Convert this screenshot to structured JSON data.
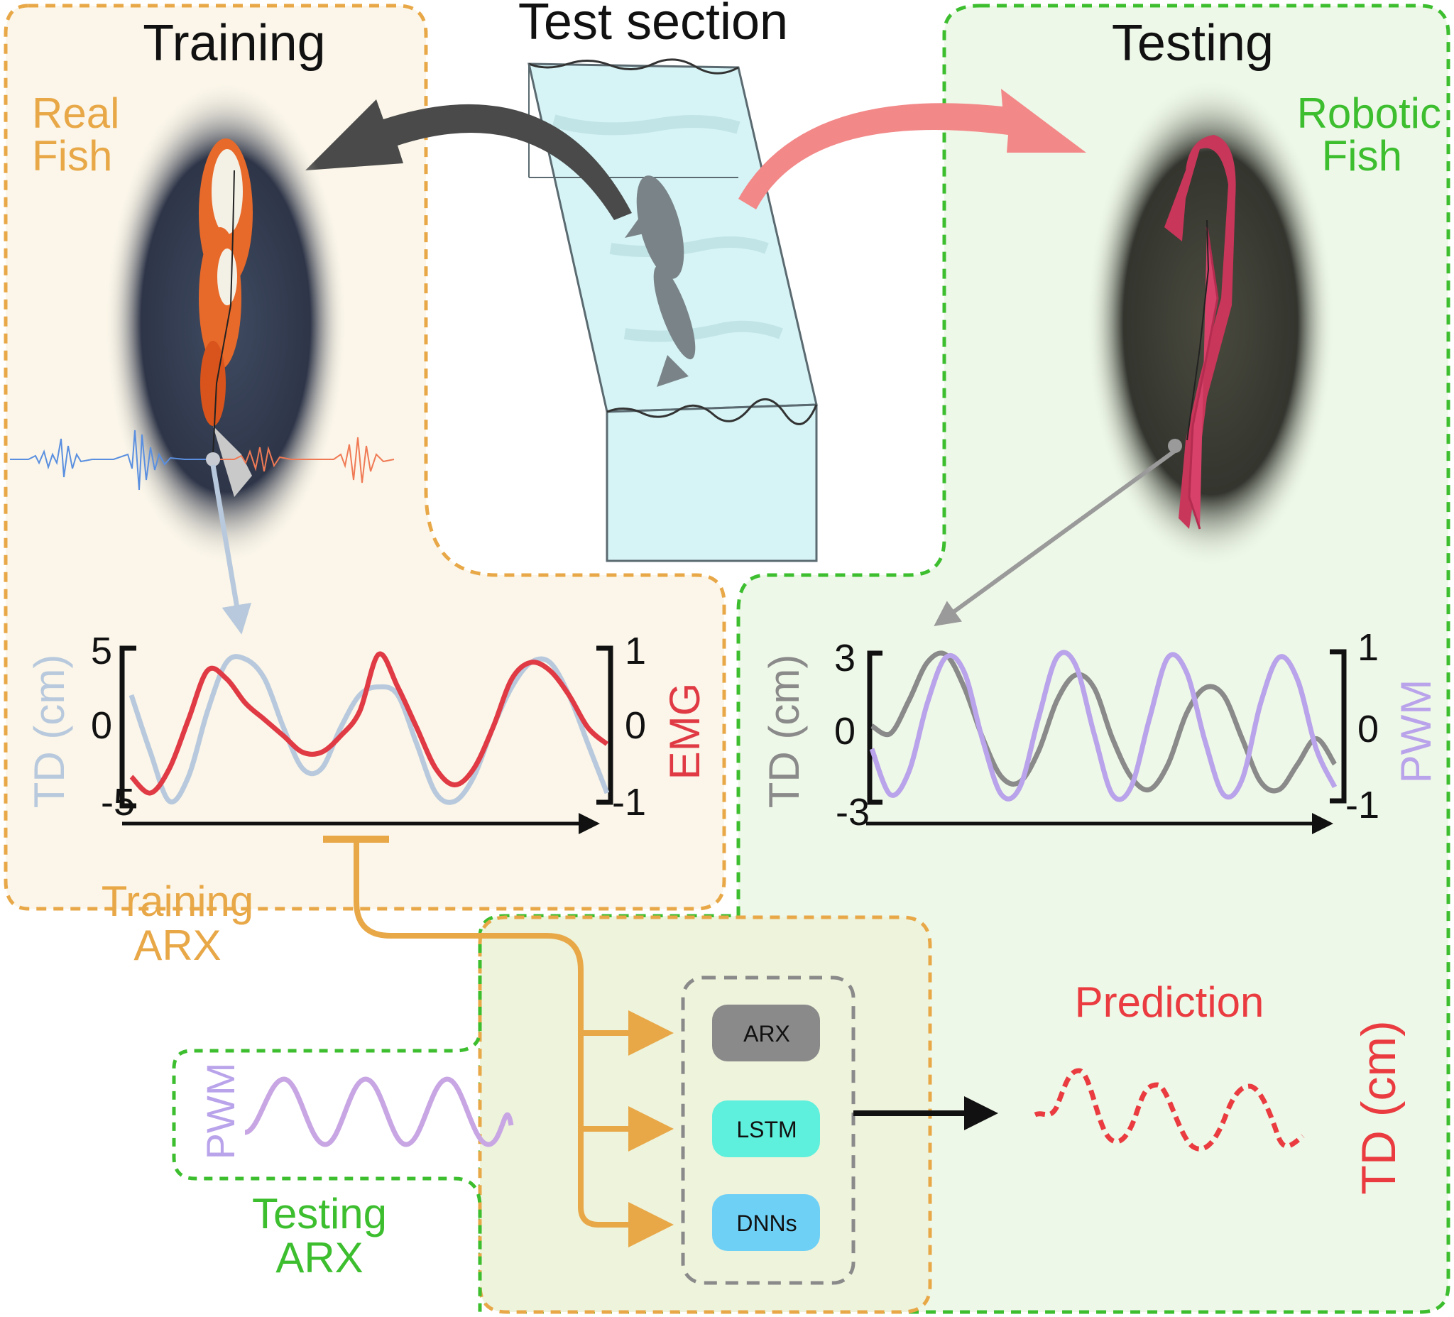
{
  "titles": {
    "training": "Training",
    "test_section": "Test section",
    "testing": "Testing"
  },
  "labels": {
    "real_fish_line1": "Real",
    "real_fish_line2": "Fish",
    "robotic_fish_line1": "Robotic",
    "robotic_fish_line2": "Fish",
    "training_arx_line1": "Training",
    "training_arx_line2": "ARX",
    "testing_arx_line1": "Testing",
    "testing_arx_line2": "ARX",
    "prediction": "Prediction",
    "pwm_input": "PWM",
    "td_output": "TD (cm)"
  },
  "models": [
    {
      "label": "ARX",
      "color": "#8a8a8a"
    },
    {
      "label": "LSTM",
      "color": "#5ef0dc"
    },
    {
      "label": "DNNs",
      "color": "#6fd0f6"
    }
  ],
  "chart_data": [
    {
      "type": "line",
      "left_axis": {
        "label": "TD (cm)",
        "ticks": [
          "5",
          "0",
          "-5"
        ],
        "ylim": [
          -5,
          5
        ]
      },
      "right_axis": {
        "label": "EMG",
        "ticks": [
          "1",
          "0",
          "-1"
        ],
        "ylim": [
          -1,
          1
        ]
      },
      "series": [
        {
          "name": "TD (cm)",
          "color": "#b8c9dd",
          "x": [
            0,
            0.04,
            0.08,
            0.12,
            0.16,
            0.2,
            0.24,
            0.28,
            0.32,
            0.36,
            0.4,
            0.44,
            0.48,
            0.52,
            0.56,
            0.6,
            0.64,
            0.68,
            0.72,
            0.76,
            0.8,
            0.84,
            0.88,
            0.92,
            0.96,
            1.0
          ],
          "values": [
            2,
            -1.5,
            -4.5,
            -3,
            1,
            4,
            4.2,
            3,
            0,
            -2.5,
            -2.5,
            0,
            2,
            2.5,
            2,
            -1,
            -4,
            -4.5,
            -3,
            0,
            2.5,
            4,
            4,
            2,
            -1,
            -4
          ]
        },
        {
          "name": "EMG",
          "color": "#e03a45",
          "x": [
            0,
            0.04,
            0.08,
            0.12,
            0.16,
            0.2,
            0.24,
            0.28,
            0.32,
            0.36,
            0.4,
            0.44,
            0.48,
            0.52,
            0.56,
            0.6,
            0.64,
            0.68,
            0.72,
            0.76,
            0.8,
            0.84,
            0.88,
            0.92,
            0.96,
            1.0
          ],
          "values": [
            -0.6,
            -0.8,
            -0.5,
            0.1,
            0.7,
            0.6,
            0.3,
            0.1,
            -0.1,
            -0.3,
            -0.3,
            -0.1,
            0.2,
            0.9,
            0.5,
            0.0,
            -0.5,
            -0.7,
            -0.5,
            0.0,
            0.6,
            0.8,
            0.7,
            0.4,
            0.0,
            -0.2
          ]
        }
      ]
    },
    {
      "type": "line",
      "left_axis": {
        "label": "TD (cm)",
        "ticks": [
          "3",
          "0",
          "-3"
        ],
        "ylim": [
          -3,
          3
        ]
      },
      "right_axis": {
        "label": "PWM",
        "ticks": [
          "1",
          "0",
          "-1"
        ],
        "ylim": [
          -1,
          1
        ]
      },
      "series": [
        {
          "name": "TD (cm)",
          "color": "#8a8a8a",
          "x": [
            0,
            0.04,
            0.08,
            0.12,
            0.16,
            0.2,
            0.24,
            0.28,
            0.32,
            0.36,
            0.4,
            0.44,
            0.48,
            0.52,
            0.56,
            0.6,
            0.64,
            0.68,
            0.72,
            0.76,
            0.8,
            0.84,
            0.88,
            0.92,
            0.96,
            1.0
          ],
          "values": [
            0,
            -0.3,
            1,
            2.5,
            2.8,
            1.5,
            -0.5,
            -2,
            -2.2,
            -1,
            1,
            2,
            1.5,
            -0.5,
            -2,
            -2.5,
            -1.5,
            0.5,
            1.5,
            1.2,
            -0.5,
            -2.2,
            -2.5,
            -1.5,
            -0.5,
            -1.5
          ]
        },
        {
          "name": "PWM",
          "color": "#b9a3ea",
          "x": [
            0,
            0.04,
            0.08,
            0.12,
            0.16,
            0.2,
            0.24,
            0.28,
            0.32,
            0.36,
            0.4,
            0.44,
            0.48,
            0.52,
            0.56,
            0.6,
            0.64,
            0.68,
            0.72,
            0.76,
            0.8,
            0.84,
            0.88,
            0.92,
            0.96,
            1.0
          ],
          "values": [
            -0.3,
            -0.9,
            -0.6,
            0.3,
            0.9,
            0.7,
            -0.2,
            -0.9,
            -0.8,
            0.1,
            0.9,
            0.8,
            -0.1,
            -0.9,
            -0.8,
            0.1,
            0.9,
            0.7,
            -0.2,
            -0.9,
            -0.7,
            0.3,
            0.9,
            0.6,
            -0.3,
            -0.8
          ]
        }
      ]
    }
  ]
}
